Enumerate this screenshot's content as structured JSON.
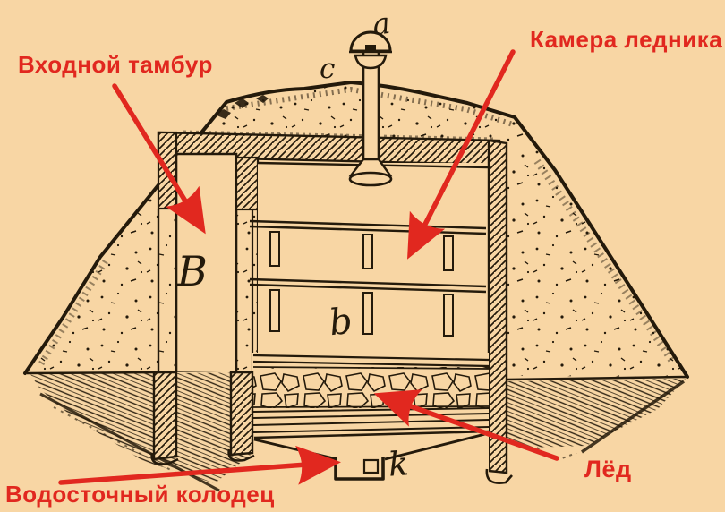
{
  "figure_subject": "Разрез подземного ледника (ice-house cross-section engraving)",
  "palette": {
    "background": "#f8d6a4",
    "ink": "#241a0b",
    "annotation_red": "#e1281f"
  },
  "callouts": {
    "entrance": {
      "label": "Входной тамбур"
    },
    "chamber": {
      "label": "Камера ледника"
    },
    "ice": {
      "label": "Лёд"
    },
    "well": {
      "label": "Водосточный колодец"
    }
  },
  "part_letters": {
    "vent_cap": "a",
    "surface": "c",
    "vestibule": "B",
    "chamber": "b",
    "drain_well": "k"
  }
}
